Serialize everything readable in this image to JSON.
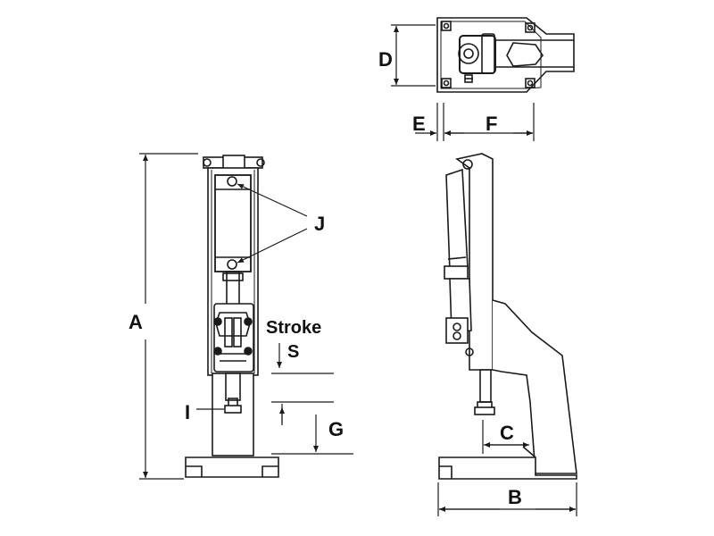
{
  "labels": {
    "A": "A",
    "B": "B",
    "C": "C",
    "D": "D",
    "E": "E",
    "F": "F",
    "G": "G",
    "I": "I",
    "J": "J",
    "S": "S",
    "stroke": "Stroke"
  },
  "colors": {
    "ink": "#1a1a1a",
    "paper": "#ffffff"
  }
}
